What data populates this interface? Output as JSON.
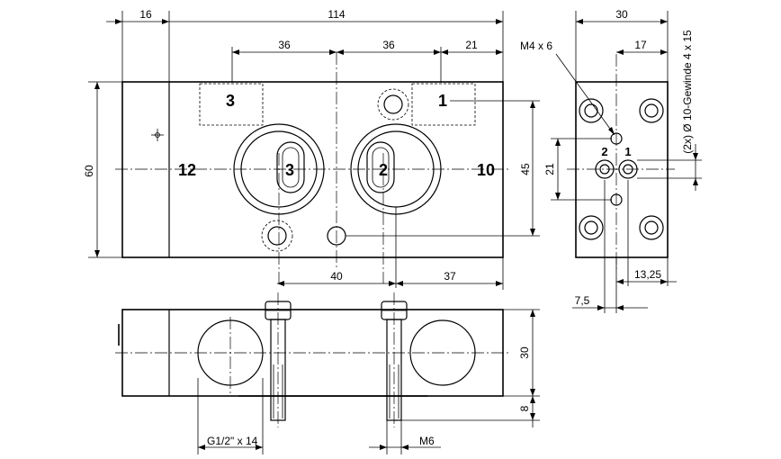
{
  "front_view": {
    "dimensions": {
      "overall_width": "114",
      "left_offset": "16",
      "port_spacing_a": "36",
      "port_spacing_b": "36",
      "right_offset": "21",
      "height": "60",
      "port_height": "45",
      "bottom_a": "40",
      "bottom_b": "37"
    },
    "ports": {
      "p12": "12",
      "p10": "10",
      "p3_small": "3",
      "p1_small": "1",
      "p3_large": "3",
      "p2_large": "2"
    }
  },
  "side_view": {
    "dimensions": {
      "width": "30",
      "offset": "17",
      "height": "21",
      "horizontal": "13,25",
      "left": "7,5",
      "thread": "M4 x 6",
      "vertical_thread": "(2x) Ø 10-Gewinde 4 x 15"
    },
    "ports": {
      "p2": "2",
      "p1": "1"
    }
  },
  "bottom_view": {
    "dimensions": {
      "height": "30",
      "screw_length": "8",
      "port_thread": "G1/2\" x 14",
      "screw_thread": "M6"
    }
  }
}
